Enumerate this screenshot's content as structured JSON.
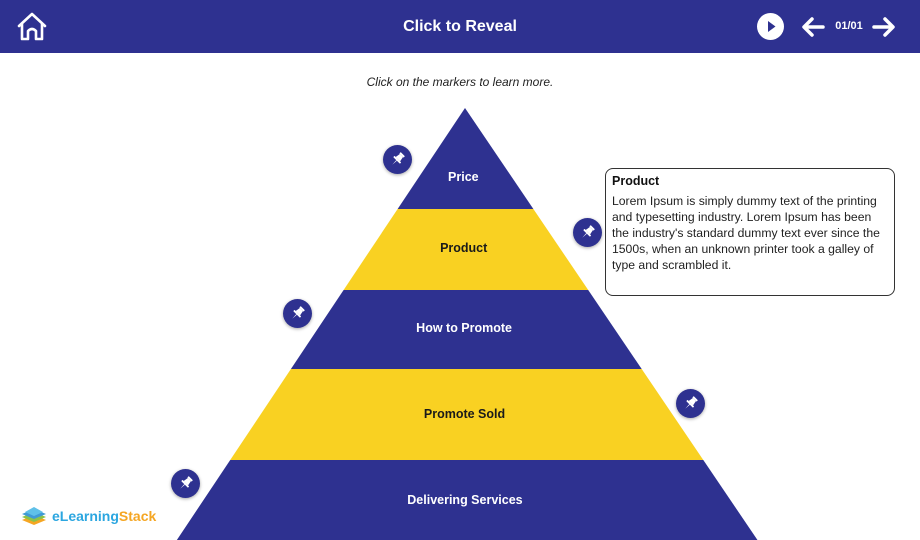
{
  "header": {
    "title": "Click to Reveal",
    "page_counter": "01/01",
    "home_icon": "home-icon",
    "play_icon": "play-icon",
    "prev_icon": "arrow-left-icon",
    "next_icon": "arrow-right-icon"
  },
  "instruction": "Click on the markers to learn more.",
  "colors": {
    "primary": "#2e3190",
    "accent": "#f9d122",
    "text_dark": "#1a1a1a"
  },
  "pyramid": {
    "levels": [
      {
        "label": "Price",
        "color": "primary",
        "marker_side": "left"
      },
      {
        "label": "Product",
        "color": "accent",
        "marker_side": "right"
      },
      {
        "label": "How to Promote",
        "color": "primary",
        "marker_side": "left"
      },
      {
        "label": "Promote Sold",
        "color": "accent",
        "marker_side": "right"
      },
      {
        "label": "Delivering Services",
        "color": "primary",
        "marker_side": "left"
      }
    ],
    "marker_icon": "pushpin-icon"
  },
  "callout": {
    "title": "Product",
    "body": "Lorem Ipsum is simply dummy text of the printing and typesetting industry. Lorem Ipsum has been the industry's standard dummy text ever since the 1500s, when an unknown printer took a galley of type and scrambled it."
  },
  "logo": {
    "part1": "eLearning",
    "part2": "Stack"
  }
}
